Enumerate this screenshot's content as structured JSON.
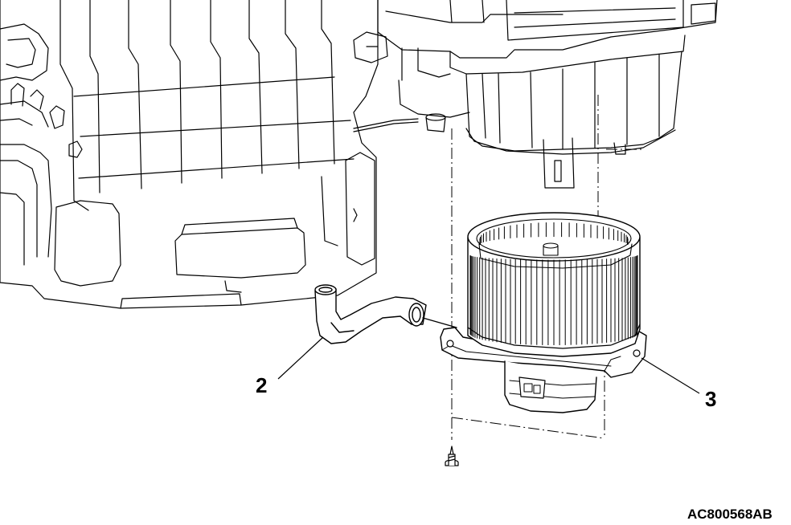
{
  "callouts": {
    "hose_number": "2",
    "motor_number": "3"
  },
  "figure_id": "AC800568AB"
}
